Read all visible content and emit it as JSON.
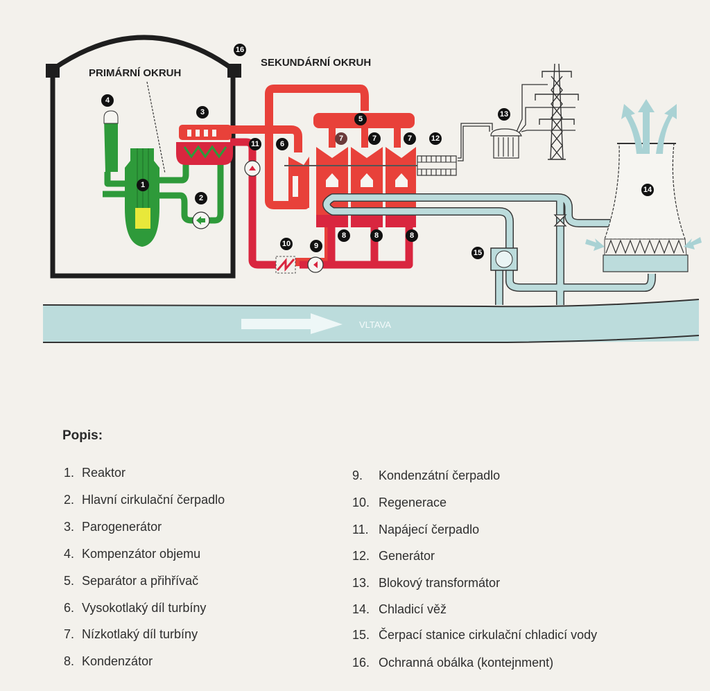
{
  "diagram": {
    "labels": {
      "primary_circuit": "PRIMÁRNÍ OKRUH",
      "secondary_circuit": "SEKUNDÁRNÍ OKRUH",
      "river": "VLTAVA"
    },
    "badges": {
      "b1": "1",
      "b2": "2",
      "b3": "3",
      "b4": "4",
      "b5": "5",
      "b6": "6",
      "b7a": "7",
      "b7b": "7",
      "b7c": "7",
      "b8a": "8",
      "b8b": "8",
      "b8c": "8",
      "b9": "9",
      "b10": "10",
      "b11": "11",
      "b12": "12",
      "b13": "13",
      "b14": "14",
      "b15": "15",
      "b16": "16"
    },
    "colors": {
      "primary": "#2e9a3a",
      "secondary": "#e8413a",
      "secondary_dark": "#d9263f",
      "cooling": "#b9dcdc",
      "fuel": "#e8e83a",
      "outline": "#2a2a2a"
    }
  },
  "legend": {
    "title": "Popis:",
    "left": [
      {
        "num": "1.",
        "text": "Reaktor"
      },
      {
        "num": "2.",
        "text": "Hlavní cirkulační čerpadlo"
      },
      {
        "num": "3.",
        "text": "Parogenerátor"
      },
      {
        "num": "4.",
        "text": "Kompenzátor objemu"
      },
      {
        "num": "5.",
        "text": "Separátor a přihřívač"
      },
      {
        "num": "6.",
        "text": "Vysokotlaký díl turbíny"
      },
      {
        "num": "7.",
        "text": "Nízkotlaký díl turbíny"
      },
      {
        "num": "8.",
        "text": "Kondenzátor"
      }
    ],
    "right": [
      {
        "num": "9.",
        "text": "Kondenzátní čerpadlo"
      },
      {
        "num": "10.",
        "text": "Regenerace"
      },
      {
        "num": "11.",
        "text": "Napájecí čerpadlo"
      },
      {
        "num": "12.",
        "text": "Generátor"
      },
      {
        "num": "13.",
        "text": "Blokový transformátor"
      },
      {
        "num": "14.",
        "text": "Chladicí věž"
      },
      {
        "num": "15.",
        "text": "Čerpací stanice cirkulační chladicí vody"
      },
      {
        "num": "16.",
        "text": "Ochranná obálka (kontejnment)"
      }
    ]
  }
}
